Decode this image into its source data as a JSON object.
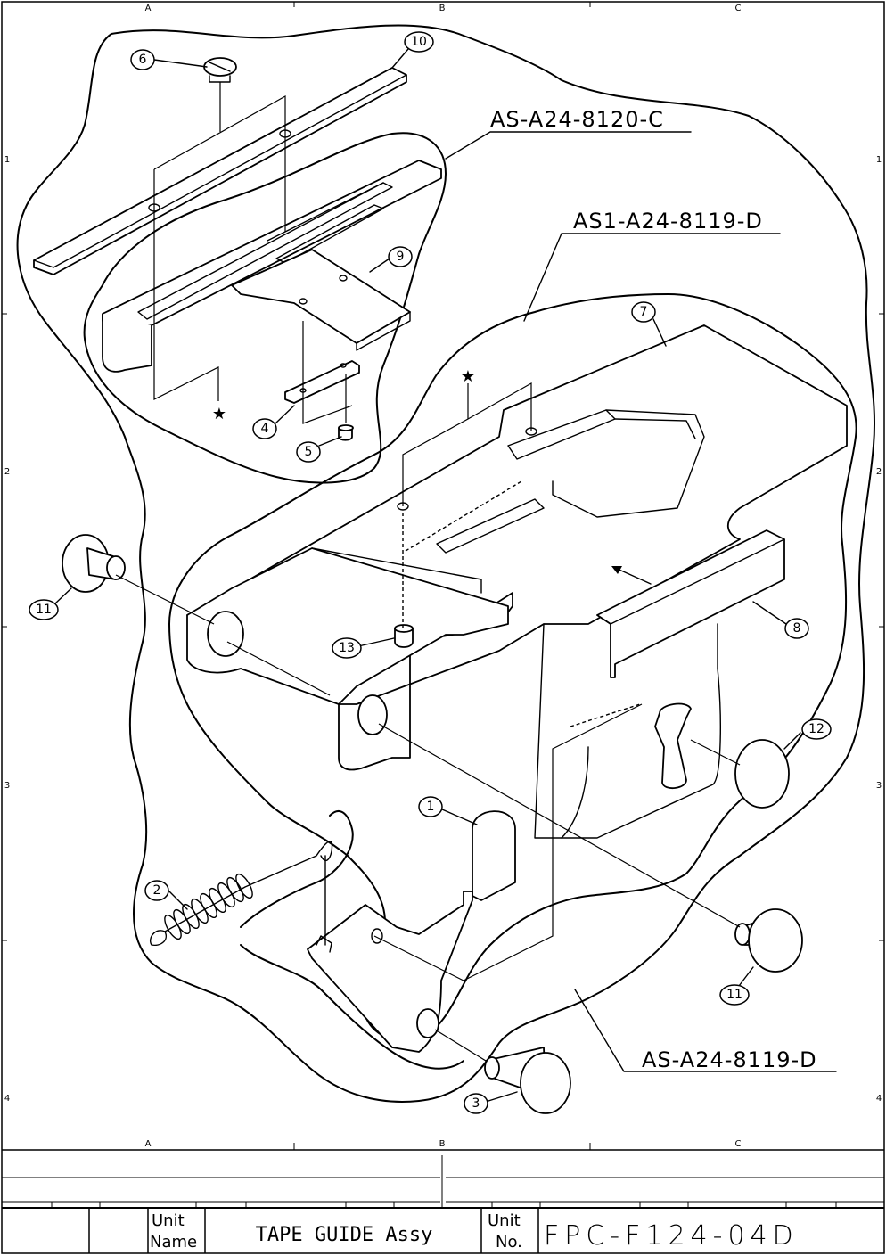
{
  "frame": {
    "zone_columns": [
      "A",
      "B",
      "C"
    ],
    "zone_rows": [
      "1",
      "2",
      "3",
      "4"
    ]
  },
  "assemblies": [
    {
      "id": "asm-8120",
      "label": "AS-A24-8120-C"
    },
    {
      "id": "asm1-8119",
      "label": "AS1-A24-8119-D"
    },
    {
      "id": "asm-8119",
      "label": "AS-A24-8119-D"
    }
  ],
  "callouts": [
    {
      "num": "1"
    },
    {
      "num": "2"
    },
    {
      "num": "3"
    },
    {
      "num": "4"
    },
    {
      "num": "5"
    },
    {
      "num": "6"
    },
    {
      "num": "7"
    },
    {
      "num": "8"
    },
    {
      "num": "9"
    },
    {
      "num": "10"
    },
    {
      "num": "11"
    },
    {
      "num": "11"
    },
    {
      "num": "12"
    },
    {
      "num": "13"
    }
  ],
  "title_block": {
    "unit_name_label": "Unit\nName",
    "unit_name_line1": "Unit",
    "unit_name_line2": "Name",
    "unit_name": "TAPE GUIDE Assy",
    "unit_no_line1": "Unit",
    "unit_no_line2": "No.",
    "unit_no": "FPC-F124-04D"
  }
}
